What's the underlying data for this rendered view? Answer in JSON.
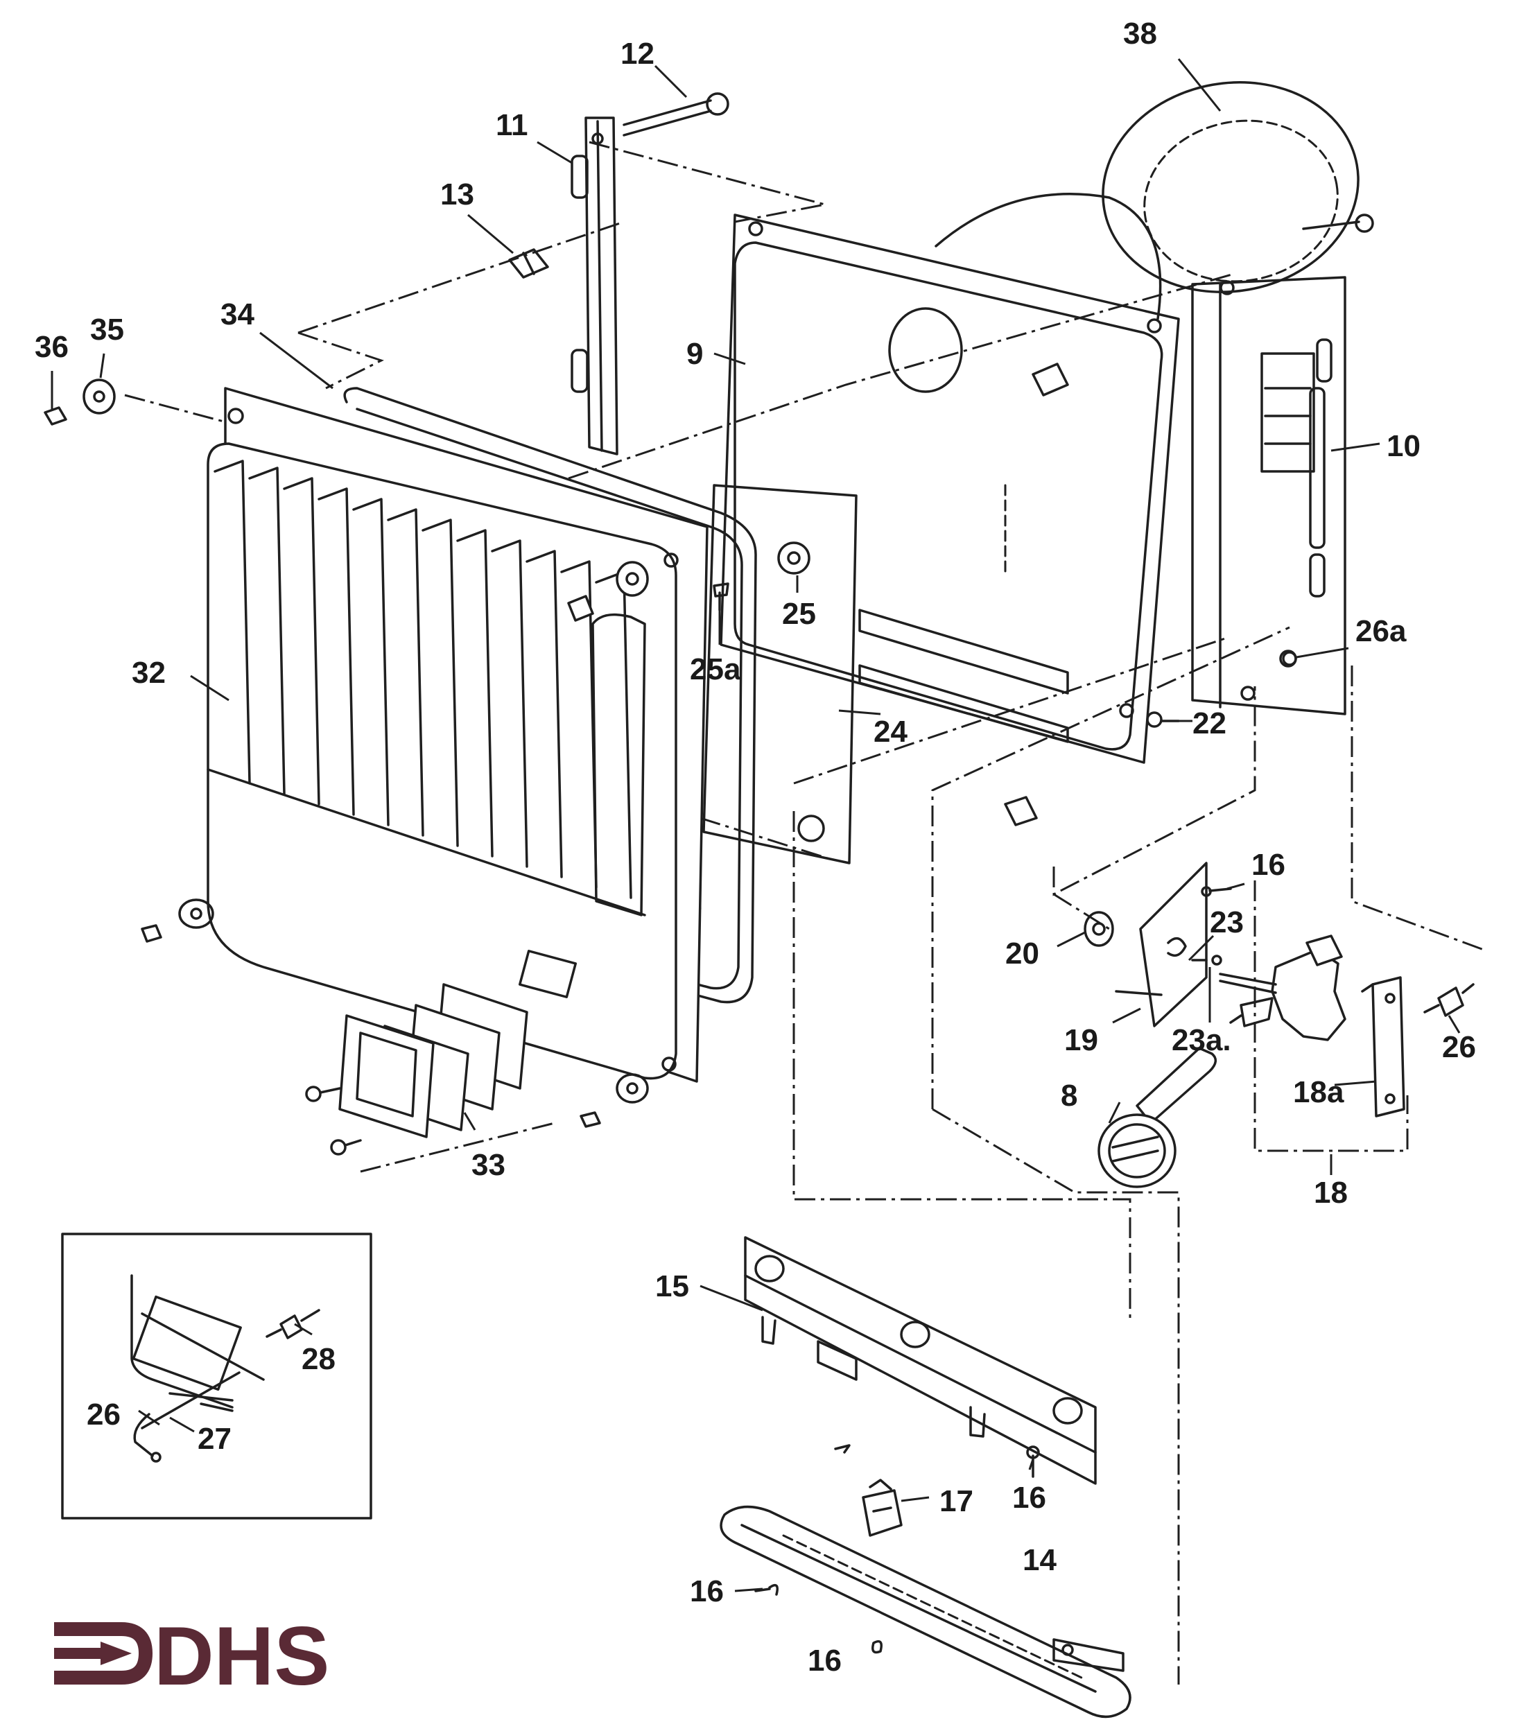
{
  "diagram": {
    "callouts": {
      "c38": "38",
      "c12": "12",
      "c11": "11",
      "c13": "13",
      "c9": "9",
      "c10": "10",
      "c34": "34",
      "c35": "35",
      "c36": "36",
      "c32": "32",
      "c25": "25",
      "c25a": "25a",
      "c24": "24",
      "c26a": "26a",
      "c22": "22",
      "c16a": "16",
      "c23": "23",
      "c20": "20",
      "c19": "19",
      "c23a": "23a.",
      "c26": "26",
      "c18a": "18a",
      "c8": "8",
      "c18": "18",
      "c33": "33",
      "c15": "15",
      "c16b": "16",
      "c17": "17",
      "c14": "14",
      "c16c": "16",
      "c16d": "16",
      "c28": "28",
      "c26i": "26",
      "c27": "27"
    }
  },
  "logo": {
    "text": "DHS",
    "color": "#5a2a35"
  }
}
